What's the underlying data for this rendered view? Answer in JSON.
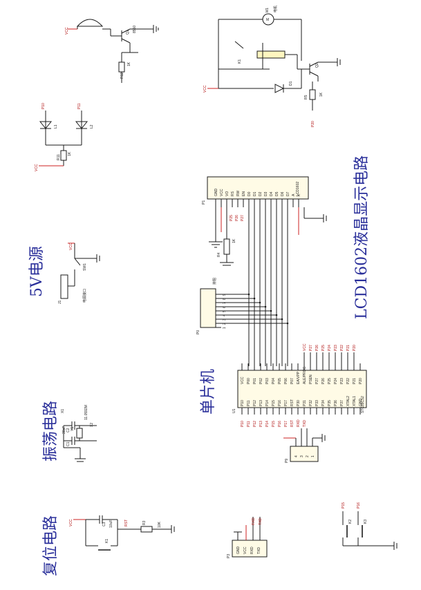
{
  "titles": {
    "reset": "复位电路",
    "oscillator": "振荡电路",
    "power": "5V电源",
    "mcu": "单片机",
    "lcd": "LCD1602液晶显示电路"
  },
  "colors": {
    "title": "#2a2f9a",
    "wire": "#1a1a1a",
    "power": "#cc2222"
  },
  "buzzer": {
    "vcc": "VCC",
    "part": "Q1",
    "model": "8550",
    "r": "R12",
    "rval": "1K"
  },
  "leds": {
    "d1": "P10",
    "d2": "P11",
    "l1": "L1",
    "l2": "L2",
    "r": "R11",
    "rval": "1K",
    "vcc": "VCC"
  },
  "power": {
    "sw": "SW1",
    "jack": "J1",
    "jack_label": "电源接口",
    "vcc": "VCC"
  },
  "relay": {
    "vcc": "VCC",
    "motor": "M1",
    "motor_label": "电机",
    "q": "Q2",
    "d": "D1",
    "k": "K1",
    "r": "R5",
    "rval": "1K",
    "pin": "P20"
  },
  "lcd": {
    "ref": "P1",
    "model": "LCD1602",
    "pins": [
      "GND",
      "VCC",
      "VO",
      "RS",
      "RW",
      "EN",
      "D0",
      "D1",
      "D2",
      "D3",
      "D4",
      "D5",
      "D6",
      "D7",
      "A",
      "K"
    ],
    "rs_nets": [
      "P25",
      "P26",
      "P27"
    ],
    "pot": "R4",
    "pot_val": "1K"
  },
  "rpack": {
    "ref": "P0",
    "label": "排阻",
    "pins": [
      "9",
      "8",
      "7",
      "6",
      "5",
      "4",
      "3",
      "2",
      "1"
    ]
  },
  "mcu": {
    "ref": "U1",
    "model": "STC89C52",
    "left_pins": [
      "P10",
      "P11",
      "P12",
      "P13",
      "P14",
      "P15",
      "P16",
      "P17",
      "RST",
      "P30",
      "P31",
      "P32",
      "P33",
      "P34",
      "P35",
      "P36",
      "P37",
      "XTAL2",
      "XTAL1",
      "GND"
    ],
    "right_pins": [
      "VCC",
      "P00",
      "P01",
      "P02",
      "P03",
      "P04",
      "P05",
      "P06",
      "P07",
      "EA/VPP",
      "ALE/PROG",
      "PSEN",
      "P27",
      "P26",
      "P25",
      "P24",
      "P23",
      "P22",
      "P21",
      "P20"
    ],
    "left_nets": [
      "P10",
      "P11",
      "P12",
      "P13",
      "P14",
      "P15",
      "P16",
      "P17",
      "RST",
      "RXD",
      "TXD"
    ],
    "right_nets": [
      "VCC",
      "P27",
      "P26",
      "P25",
      "P24",
      "P23",
      "P22",
      "P21",
      "P20"
    ]
  },
  "prog": {
    "ref": "P9",
    "pins": [
      "4",
      "3",
      "2",
      "1"
    ]
  },
  "serial": {
    "ref": "P3",
    "pins": [
      "GND",
      "VCC",
      "RXD",
      "TXD"
    ],
    "nets": [
      "TXD",
      "RXD"
    ]
  },
  "reset": {
    "c": "C3",
    "cval": "10uF",
    "k": "K1",
    "r": "R3",
    "rval": "10K",
    "vcc": "VCC",
    "net": "RST"
  },
  "osc": {
    "x1": "X1",
    "x2": "X2",
    "y": "Y1",
    "yval": "11.0592M",
    "c1": "C1",
    "c2": "C2",
    "cval": "30pF"
  },
  "keys": {
    "k2": "K2",
    "k3": "K3",
    "n1": "P15",
    "n2": "P16"
  }
}
